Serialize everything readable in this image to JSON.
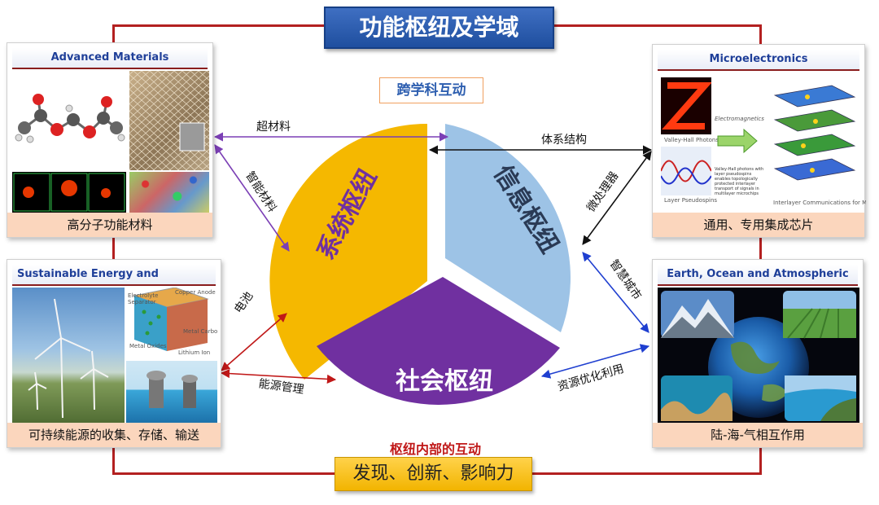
{
  "title": "功能枢纽及学域",
  "top_label": "跨学科互动",
  "bottom_label": "枢纽内部的互动",
  "bottom_banner": "发现、创新、影响力",
  "hubs": {
    "system": "系统枢纽",
    "info": "信息枢纽",
    "social": "社会枢纽"
  },
  "panels": {
    "advanced_materials": {
      "title": "Advanced Materials",
      "caption": "高分子功能材料"
    },
    "microelectronics": {
      "title": "Microelectronics",
      "caption": "通用、专用集成芯片",
      "img_texts": {
        "valley_hall": "Valley-Hall Photons",
        "layer_pseudo": "Layer Pseudospins",
        "electromagnetics": "Electromagnetics",
        "desc": "Valley-Hall photons with layer pseudospins enables topologically protected interlayer transport of signals in multilayer microchips",
        "interlayer": "Interlayer Communications for Microchips"
      }
    },
    "sustainable": {
      "title": "Sustainable Energy and Environment",
      "caption": "可持续能源的收集、存储、输送",
      "img_texts": {
        "electrolyte": "Electrolyte",
        "separator": "Separator",
        "copper": "Copper Anode (-)",
        "metal_carbon": "Metal Carbon",
        "metal_oxides": "Metal Oxides",
        "lithium": "Lithium Ion"
      }
    },
    "earth": {
      "title": "Earth, Ocean and Atmospheric Sciences",
      "caption": "陆-海-气相互作用"
    }
  },
  "links": {
    "meta_material": "超材料",
    "smart_material": "智能材料",
    "battery": "电池",
    "energy_mgmt": "能源管理",
    "architecture": "体系结构",
    "microprocessor": "微处理器",
    "smart_city": "智慧城市",
    "resource_opt": "资源优化利用"
  },
  "colors": {
    "frame_red": "#b32020",
    "system_gold": "#f5b800",
    "info_blue": "#9dc3e6",
    "social_purple": "#7030a0",
    "title_blue": "#2e5fb0",
    "banner_gold": "#f7c21c",
    "caption_peach": "#fbd6bd",
    "arrow_purple": "#7b3fb5",
    "arrow_black": "#111111",
    "arrow_blue": "#1f3fd0",
    "arrow_red": "#c01818"
  }
}
